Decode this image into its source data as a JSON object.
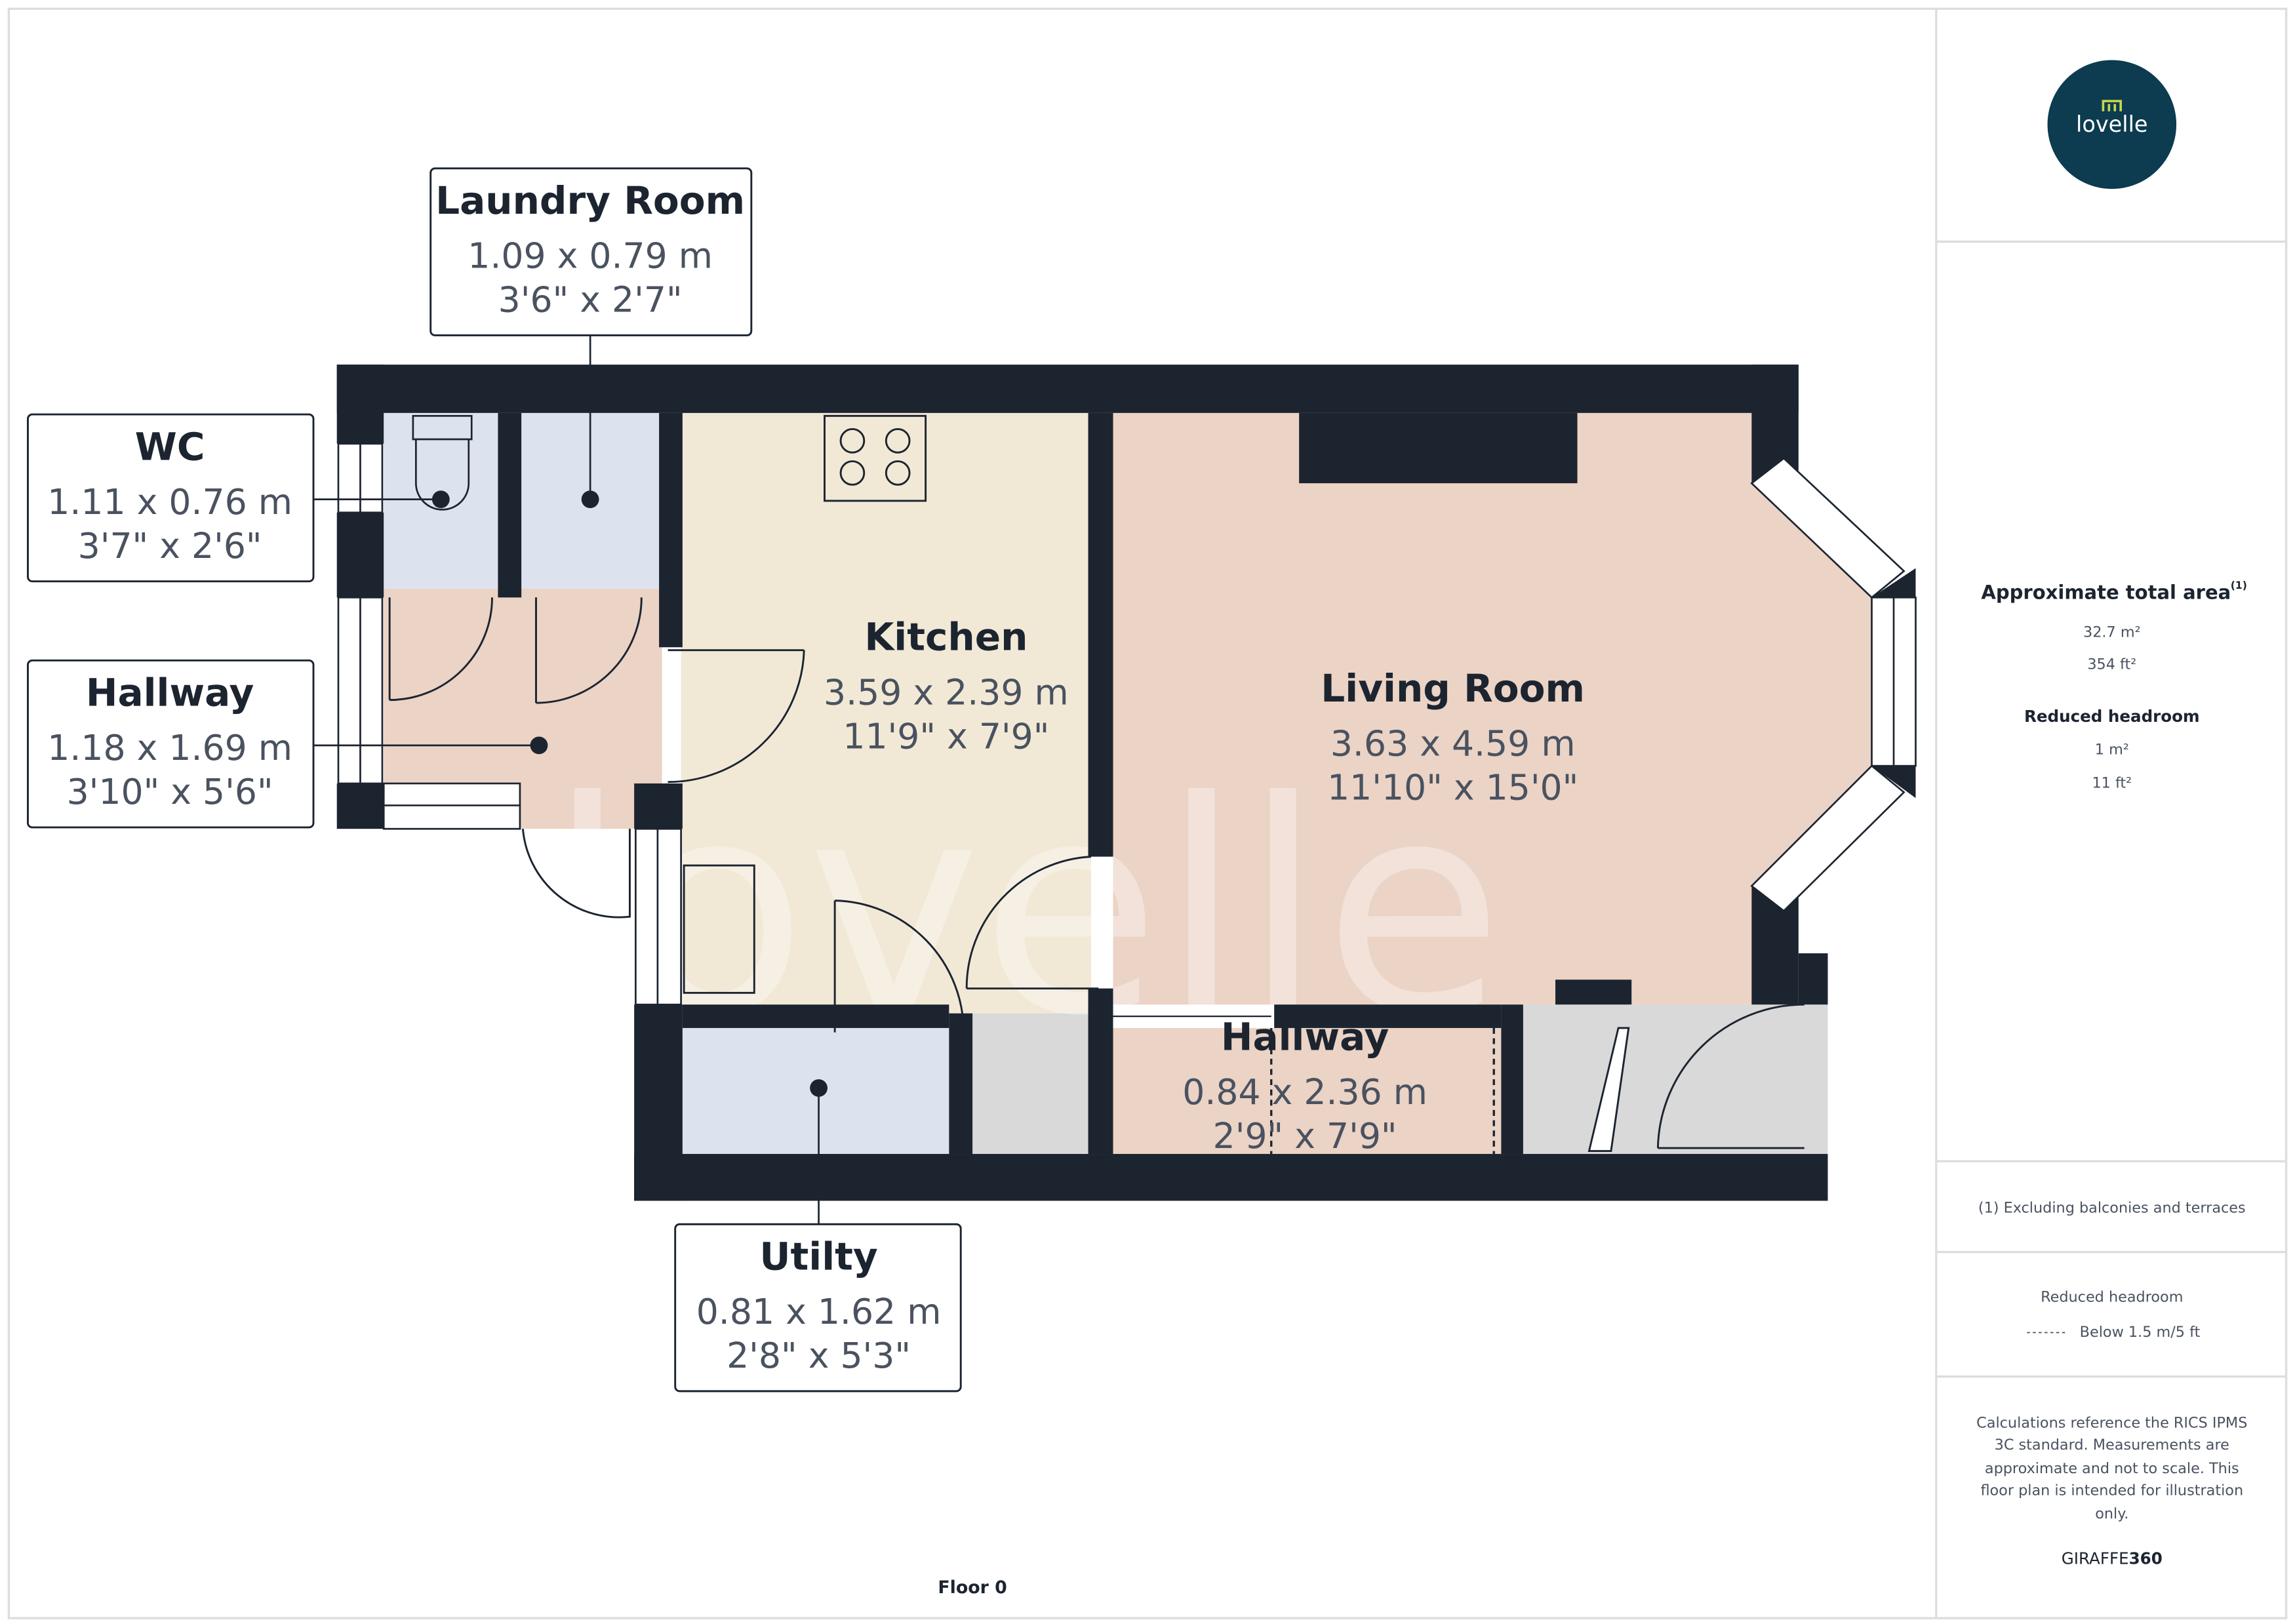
{
  "brand": {
    "name": "lovelle",
    "color": "#0d3b50",
    "accent": "#c8d84a"
  },
  "floor_label": "Floor 0",
  "rooms": [
    {
      "name": "Laundry Room",
      "metric": "1.09 x 0.79 m",
      "imperial": "3'6\" x 2'7\""
    },
    {
      "name": "WC",
      "metric": "1.11 x 0.76 m",
      "imperial": "3'7\" x 2'6\""
    },
    {
      "name": "Hallway",
      "metric": "1.18 x 1.69 m",
      "imperial": "3'10\" x 5'6\""
    },
    {
      "name": "Kitchen",
      "metric": "3.59 x 2.39 m",
      "imperial": "11'9\" x 7'9\""
    },
    {
      "name": "Living Room",
      "metric": "3.63 x 4.59 m",
      "imperial": "11'10\" x 15'0\""
    },
    {
      "name": "Hallway",
      "metric": "0.84 x 2.36 m",
      "imperial": "2'9\" x 7'9\""
    },
    {
      "name": "Utilty",
      "metric": "0.81 x 1.62 m",
      "imperial": "2'8\" x 5'3\""
    }
  ],
  "colors": {
    "wall": "#1c2430",
    "kitchen": "#f1e9d6",
    "living": "#ebd3c5",
    "wet": "#dde3ee",
    "other": "#d9d9d9"
  },
  "panel": {
    "total_area_label": "Approximate total area",
    "total_area_note": "(1)",
    "total_m2": "32.7 m²",
    "total_ft2": "354 ft²",
    "reduced_label": "Reduced headroom",
    "reduced_m2": "1 m²",
    "reduced_ft2": "11 ft²",
    "footnote": "(1) Excluding balconies and terraces",
    "legend_title": "Reduced headroom",
    "legend_item": "Below 1.5 m/5 ft",
    "disclaimer": [
      "Calculations reference the RICS IPMS",
      "3C standard. Measurements are",
      "approximate and not to scale. This",
      "floor plan is intended for illustration",
      "only."
    ],
    "credit_a": "GIRAFFE",
    "credit_b": "360"
  }
}
